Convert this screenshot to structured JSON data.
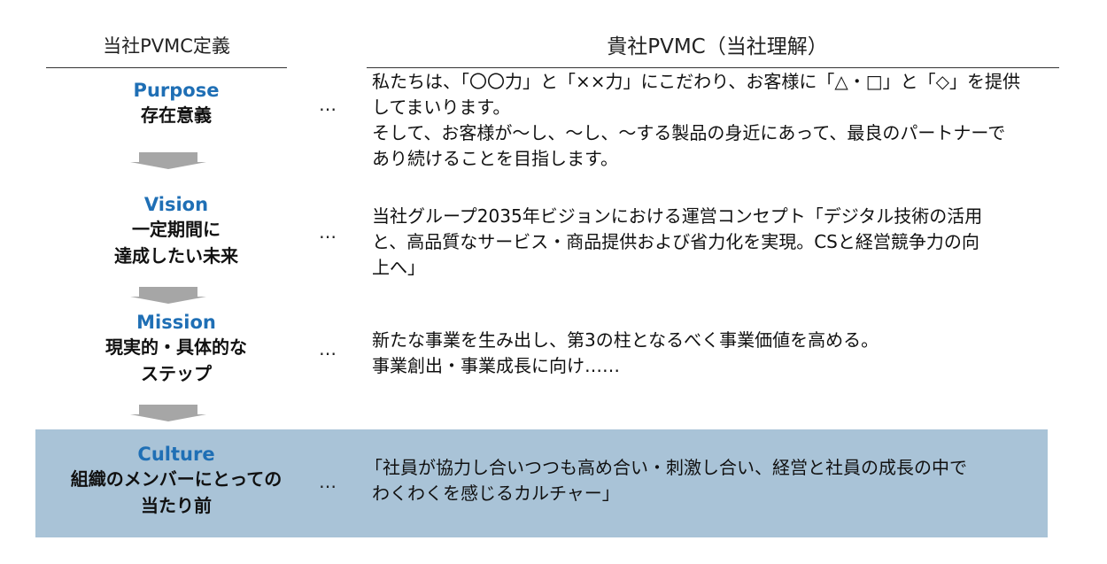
{
  "header": {
    "left": "当社PVMC定義",
    "right": "貴社PVMC（当社理解）"
  },
  "rows": [
    {
      "en": "Purpose",
      "jp": [
        "存在意義"
      ],
      "dots": "…",
      "desc": [
        "私たちは、「〇〇力」と「××力」にこだわり、お客様に「△・□」と「◇」を提供",
        "してまいります。",
        "そして、お客様が～し、～し、～する製品の身近にあって、最良のパートナーで",
        "あり続けることを目指します。"
      ]
    },
    {
      "en": "Vision",
      "jp": [
        "一定期間に",
        "達成したい未来"
      ],
      "dots": "…",
      "desc": [
        "当社グループ2035年ビジョンにおける運営コンセプト「デジタル技術の活用",
        "と、高品質なサービス・商品提供および省力化を実現。CSと経営競争力の向",
        "上へ」"
      ]
    },
    {
      "en": "Mission",
      "jp": [
        "現実的・具体的な",
        "ステップ"
      ],
      "dots": "…",
      "desc": [
        "新たな事業を生み出し、第3の柱となるべく事業価値を高める。",
        "事業創出・事業成長に向け……"
      ]
    },
    {
      "en": "Culture",
      "jp": [
        "組織のメンバーにとっての",
        "当たり前"
      ],
      "dots": "…",
      "desc": [
        "「社員が協力し合いつつも高め合い・刺激し合い、経営と社員の成長の中で",
        "わくわくを感じるカルチャー」"
      ]
    }
  ],
  "colors": {
    "term_blue": "#1f6fb5",
    "arrow_gray": "#a6a6a6",
    "culture_highlight": "#a9c3d7"
  }
}
